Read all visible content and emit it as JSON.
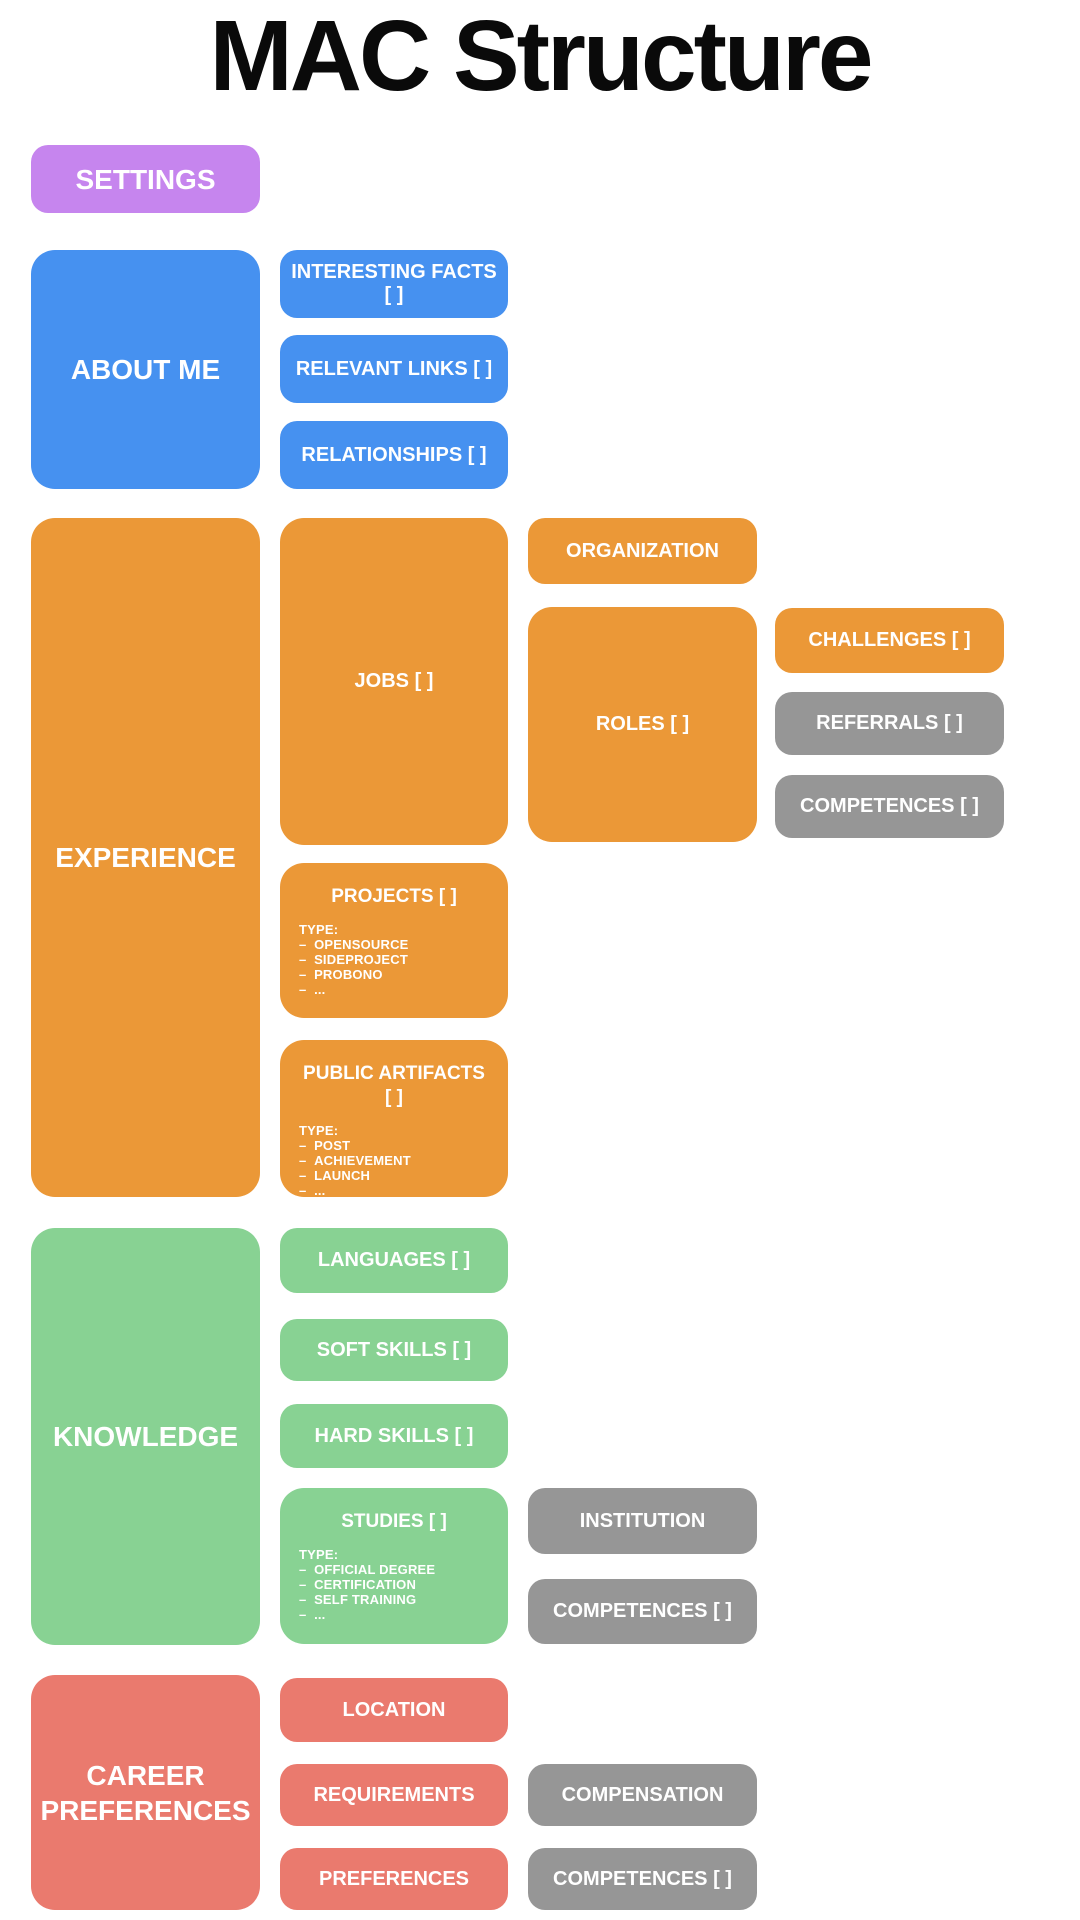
{
  "page": {
    "title": "MAC Structure",
    "background": "#ffffff"
  },
  "palette": {
    "purple": "#c685ee",
    "blue": "#4691f0",
    "orange": "#eb9837",
    "green": "#88d293",
    "salmon": "#ea7a6e",
    "gray": "#969696",
    "label_text": "#ffffff",
    "title_text": "#0a0a0a"
  },
  "sections": {
    "settings": {
      "label": "SETTINGS"
    },
    "about_me": {
      "label": "ABOUT ME",
      "children": {
        "interesting_facts": "INTERESTING FACTS [ ]",
        "relevant_links": "RELEVANT LINKS [ ]",
        "relationships": "RELATIONSHIPS [ ]"
      }
    },
    "experience": {
      "label": "EXPERIENCE",
      "jobs": {
        "label": "JOBS [ ]",
        "organization": "ORGANIZATION",
        "roles": {
          "label": "ROLES [ ]",
          "challenges": "CHALLENGES [ ]",
          "referrals": "REFERRALS [ ]",
          "competences": "COMPETENCES [ ]"
        }
      },
      "projects": {
        "label": "PROJECTS [ ]",
        "type_heading": "TYPE:",
        "types": [
          "OPENSOURCE",
          "SIDEPROJECT",
          "PROBONO",
          "..."
        ]
      },
      "public_artifacts": {
        "label": "PUBLIC ARTIFACTS [ ]",
        "type_heading": "TYPE:",
        "types": [
          "POST",
          "ACHIEVEMENT",
          "LAUNCH",
          "..."
        ]
      }
    },
    "knowledge": {
      "label": "KNOWLEDGE",
      "children": {
        "languages": "LANGUAGES [ ]",
        "soft_skills": "SOFT SKILLS [ ]",
        "hard_skills": "HARD SKILLS [ ]"
      },
      "studies": {
        "label": "STUDIES [ ]",
        "type_heading": "TYPE:",
        "types": [
          "OFFICIAL DEGREE",
          "CERTIFICATION",
          "SELF TRAINING",
          "..."
        ],
        "institution": "INSTITUTION",
        "competences": "COMPETENCES [ ]"
      }
    },
    "career_preferences": {
      "label": "CAREER PREFERENCES",
      "location": "LOCATION",
      "requirements": {
        "label": "REQUIREMENTS",
        "compensation": "COMPENSATION"
      },
      "preferences": {
        "label": "PREFERENCES",
        "competences": "COMPETENCES [ ]"
      }
    }
  }
}
